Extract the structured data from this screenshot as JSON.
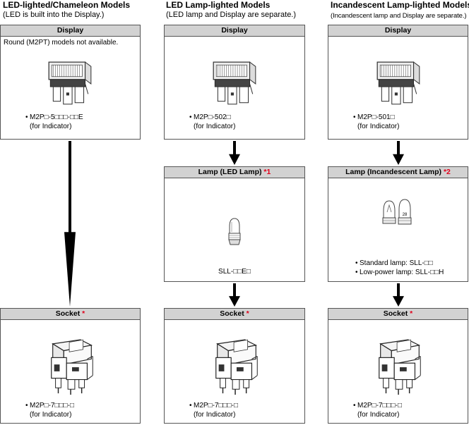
{
  "columns": [
    {
      "title": "LED-lighted/Chameleon Models",
      "subtitle": "(LED is built into the Display.)",
      "display": {
        "header": "Display",
        "note": "Round (M2PT) models not available.",
        "model": "M2P□-5□□□-□□E",
        "purpose": "(for Indicator)"
      },
      "socket": {
        "header": "Socket",
        "mark": "*",
        "model": "M2P□-7□□□-□",
        "purpose": "(for Indicator)"
      }
    },
    {
      "title": "LED Lamp-lighted Models",
      "subtitle": "(LED lamp and Display are separate.)",
      "display": {
        "header": "Display",
        "model": "M2P□-502□",
        "purpose": "(for Indicator)"
      },
      "lamp": {
        "header": "Lamp (LED Lamp)",
        "mark": "*1",
        "model": "SLL-□□E□"
      },
      "socket": {
        "header": "Socket",
        "mark": "*",
        "model": "M2P□-7□□□-□",
        "purpose": "(for Indicator)"
      }
    },
    {
      "title": "Incandescent Lamp-lighted Models",
      "subtitle": "(Incandescent lamp and Display are separate.)",
      "display": {
        "header": "Display",
        "model": "M2P□-501□",
        "purpose": "(for Indicator)"
      },
      "lamp": {
        "header": "Lamp (Incandescent Lamp)",
        "mark": "*2",
        "standard": "Standard lamp: SLL-□□",
        "low_power": "Low-power lamp: SLL-□□H",
        "bulb_label": "28"
      },
      "socket": {
        "header": "Socket",
        "mark": "*",
        "model": "M2P□-7□□□-□",
        "purpose": "(for Indicator)"
      }
    }
  ],
  "colors": {
    "header_bg": "#d2d2d2",
    "mark": "#e0001a",
    "border": "#555555"
  }
}
